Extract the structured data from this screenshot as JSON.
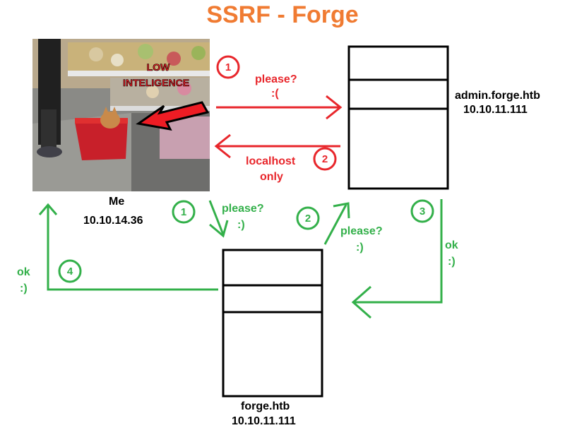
{
  "title": "SSRF - Forge",
  "me": {
    "name": "Me",
    "ip": "10.10.14.36"
  },
  "photo": {
    "caption_line1": "LOW",
    "caption_line2": "INTELIGENCE"
  },
  "admin": {
    "host": "admin.forge.htb",
    "ip": "10.10.11.111"
  },
  "forge": {
    "host": "forge.htb",
    "ip": "10.10.11.111"
  },
  "red_steps": [
    {
      "num": "1",
      "line1": "please?",
      "line2": ":("
    },
    {
      "num": "2",
      "line1": "localhost",
      "line2": "only"
    }
  ],
  "green_steps": [
    {
      "num": "1",
      "line1": "please?",
      "line2": ":)"
    },
    {
      "num": "2",
      "line1": "please?",
      "line2": ":)"
    },
    {
      "num": "3",
      "line1": "ok",
      "line2": ":)"
    },
    {
      "num": "4",
      "line1": "ok",
      "line2": ":)"
    }
  ],
  "colors": {
    "red": "#e8262b",
    "green": "#33b04a",
    "title": "#f07b32",
    "box": "#000000"
  }
}
